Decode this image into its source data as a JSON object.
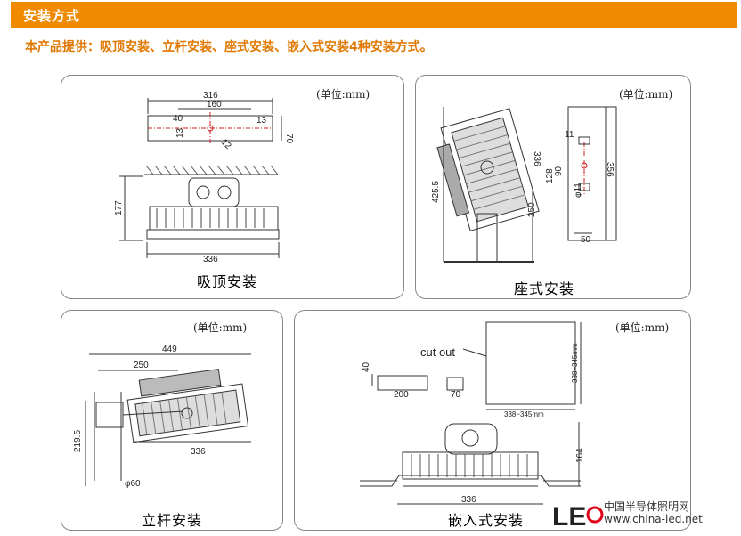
{
  "header": {
    "title": "安装方式"
  },
  "intro": "本产品提供：吸顶安装、立杆安装、座式安装、嵌入式安装4种安装方式。",
  "colors": {
    "accent": "#f08a00",
    "intro_text": "#e07800",
    "dim_red": "#d02020"
  },
  "panels": {
    "ceiling": {
      "unit": "(单位:mm)",
      "caption": "吸顶安装",
      "dims": {
        "w316": "316",
        "w160": "160",
        "w40": "40",
        "w13a": "13",
        "w13b": "13",
        "h70": "70",
        "d12": "12",
        "h177": "177",
        "w336": "336"
      }
    },
    "seat": {
      "unit": "(单位:mm)",
      "caption": "座式安装",
      "dims": {
        "h425": "425.5",
        "h250": "250",
        "w336": "336",
        "w11": "11",
        "h128": "128",
        "h90": "90",
        "h356": "356",
        "phi11": "φ11",
        "w50": "50"
      }
    },
    "pole": {
      "unit": "(单位:mm)",
      "caption": "立杆安装",
      "dims": {
        "w449": "449",
        "w250": "250",
        "h219": "219.5",
        "w336": "336",
        "phi60": "φ60"
      }
    },
    "embed": {
      "unit": "(单位:mm)",
      "caption": "嵌入式安装",
      "cutout_label": "cut out",
      "dims": {
        "h40": "40",
        "w200": "200",
        "w70": "70",
        "cut_w": "338~345mm",
        "cut_h": "338~345mm",
        "h164": "164",
        "w336": "336"
      }
    }
  },
  "logo": {
    "mark": "LED",
    "name": "中国半导体照明网",
    "url": "www.china-led.net"
  }
}
